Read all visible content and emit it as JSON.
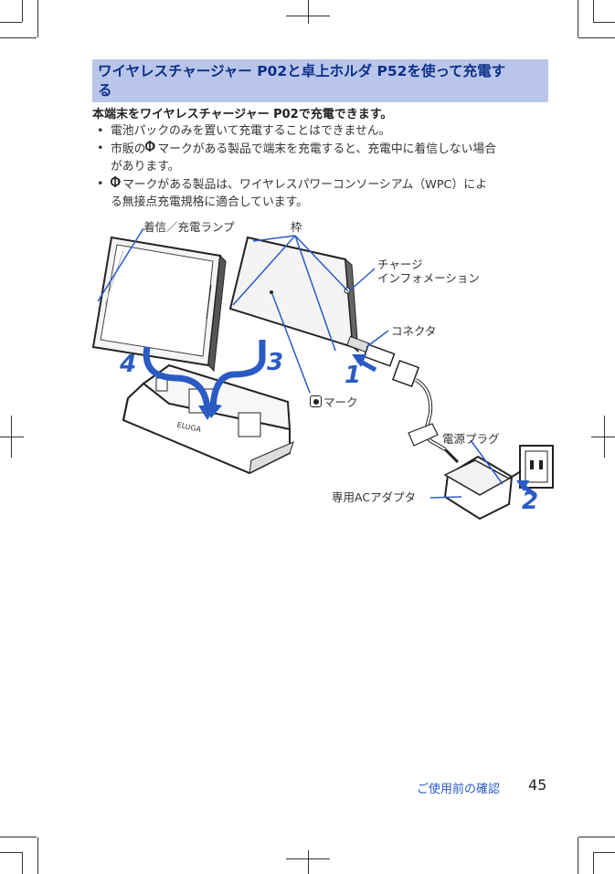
{
  "heading": {
    "line1": "ワイヤレスチャージャー P02と卓上ホルダ P52を使って充電す",
    "line2": "る"
  },
  "intro": "本端末をワイヤレスチャージャー P02で充電できます。",
  "bullets": {
    "b1": "電池パックのみを置いて充電することはできません。",
    "b2_pre": "市販の",
    "b2_post": "マークがある製品で端末を充電すると、充電中に着信しない場合",
    "b2_line2": "があります。",
    "b3_post": "マークがある製品は、ワイヤレスパワーコンソーシアム（WPC）によ",
    "b3_line2": "る無接点充電規格に適合しています。"
  },
  "illustration": {
    "label_lamp": "着信／充電ランプ",
    "label_frame": "枠",
    "label_charge_info_1": "チャージ",
    "label_charge_info_2": "インフォメーション",
    "label_connector": "コネクタ",
    "label_mark": "マーク",
    "label_power_plug": "電源プラグ",
    "label_adapter": "専用ACアダプタ",
    "logo_text": "ELUGA",
    "step1": "1",
    "step2": "2",
    "step3": "3",
    "step4": "4",
    "accent_color": "#2a5bc4"
  },
  "footer": {
    "section_title": "ご使用前の確認",
    "page_number": "45"
  }
}
